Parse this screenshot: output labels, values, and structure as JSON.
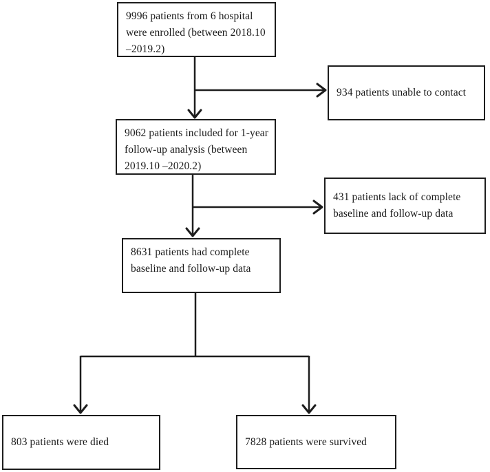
{
  "diagram": {
    "type": "flowchart",
    "colors": {
      "line": "#1d1d1d",
      "text": "#1a1a1a",
      "background": "#ffffff"
    },
    "boxes": {
      "enrolled": {
        "lines": [
          "9996 patients from 6 hospital",
          "were enrolled (between 2018.10",
          "–2019.2)"
        ]
      },
      "unable": {
        "lines": [
          "934 patients unable to contact"
        ]
      },
      "followup": {
        "lines": [
          "9062 patients included for 1-year",
          "follow-up analysis (between",
          "2019.10 –2020.2)"
        ]
      },
      "lack": {
        "lines": [
          "431 patients lack of complete",
          "baseline and follow-up data"
        ]
      },
      "complete": {
        "lines": [
          "8631 patients had complete",
          "baseline and follow-up data"
        ]
      },
      "died": {
        "lines": [
          "803 patients were died"
        ]
      },
      "survived": {
        "lines": [
          "7828 patients were survived"
        ]
      }
    }
  }
}
